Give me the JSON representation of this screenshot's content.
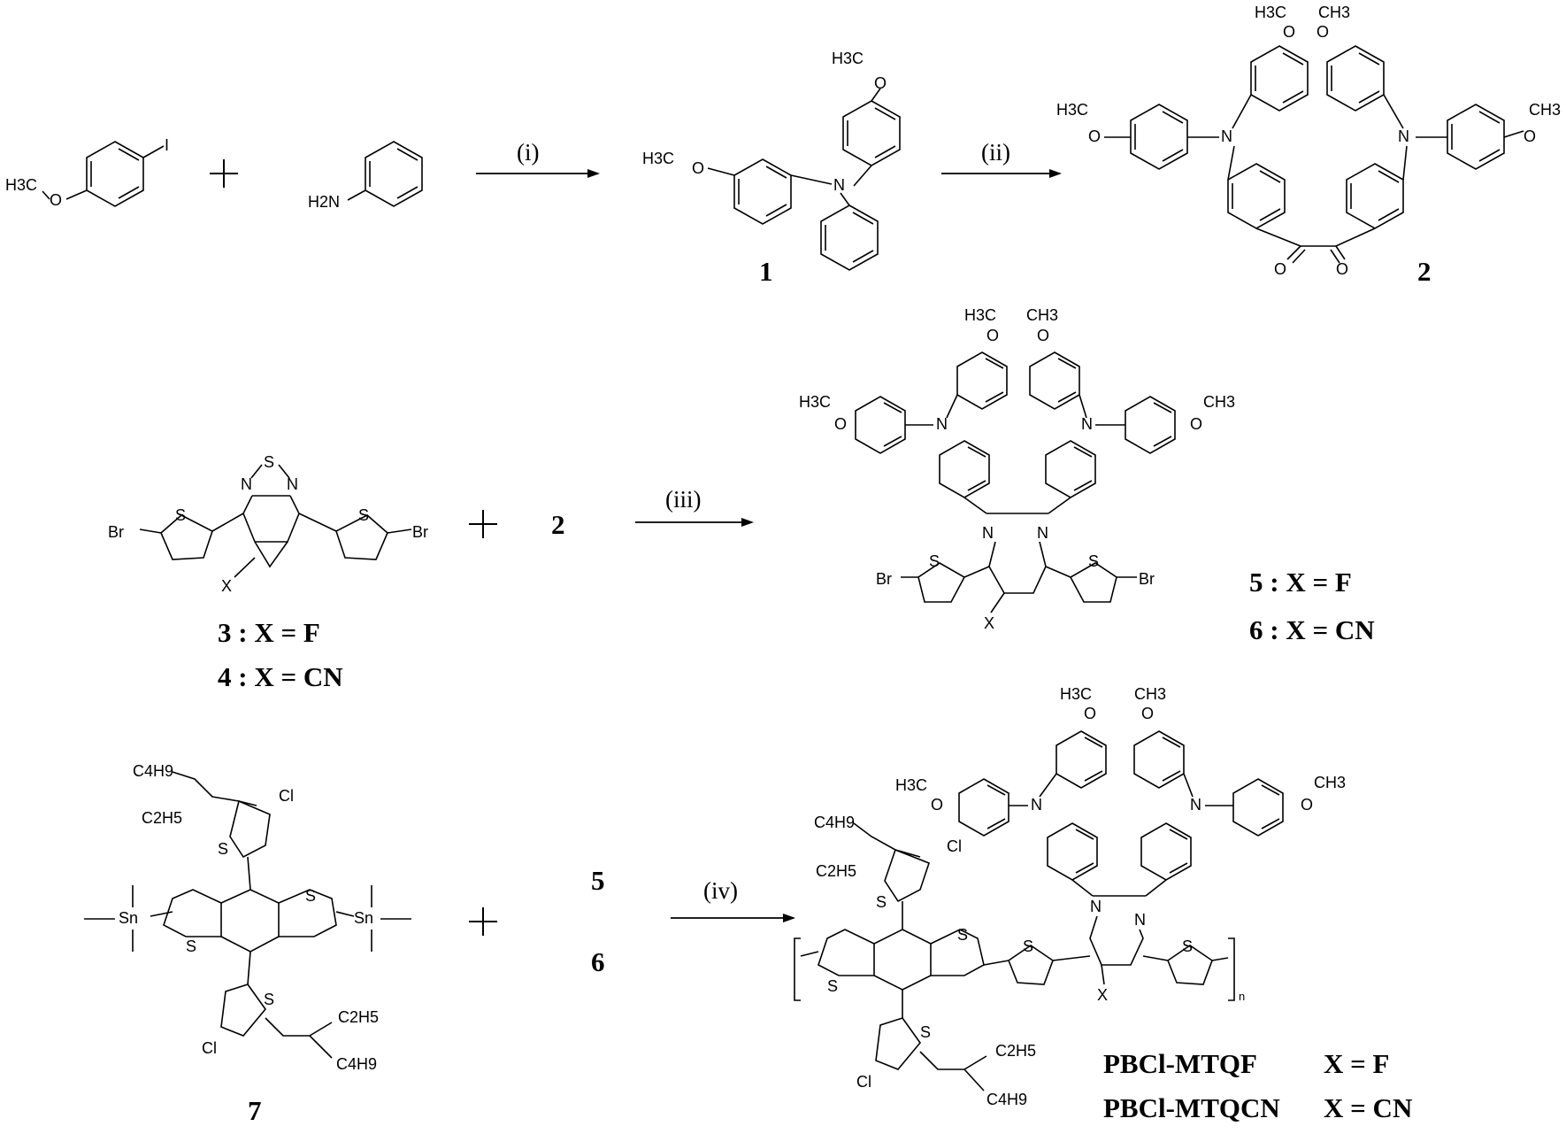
{
  "atoms": {
    "iodo": "I",
    "h3c": "H3C",
    "o": "O",
    "h2n": "H2N",
    "n": "N",
    "ch3": "CH3",
    "s": "S",
    "br": "Br",
    "x": "X",
    "cl": "Cl",
    "sn": "Sn",
    "c4h9": "C4H9",
    "c2h5": "C2H5",
    "repeat_n": "n"
  },
  "conditions": {
    "step_i": "(i)",
    "step_ii": "(ii)",
    "step_iii": "(iii)",
    "step_iv": "(iv)"
  },
  "compounds": {
    "c1": "1",
    "c2": "2",
    "c5": "5",
    "c6": "6",
    "c7": "7"
  },
  "labels": {
    "c3_def": "3 : X = F",
    "c4_def": "4 : X = CN",
    "c5_def": "5 : X = F",
    "c6_def": "6 : X = CN",
    "polymer_f_name": "PBCl-MTQF",
    "polymer_f_x": "X = F",
    "polymer_cn_name": "PBCl-MTQCN",
    "polymer_cn_x": "X = CN"
  }
}
